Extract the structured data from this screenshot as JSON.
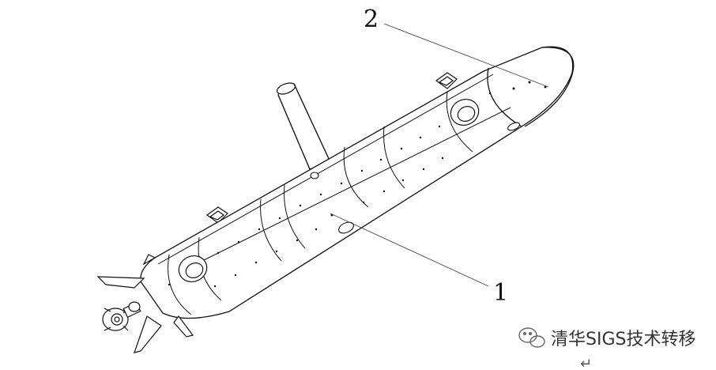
{
  "callouts": [
    {
      "label": "2"
    },
    {
      "label": "1"
    }
  ],
  "watermark": {
    "text": "清华SIGS技术转移",
    "icon": "wechat-logo-icon"
  },
  "trailing_mark": "↵"
}
